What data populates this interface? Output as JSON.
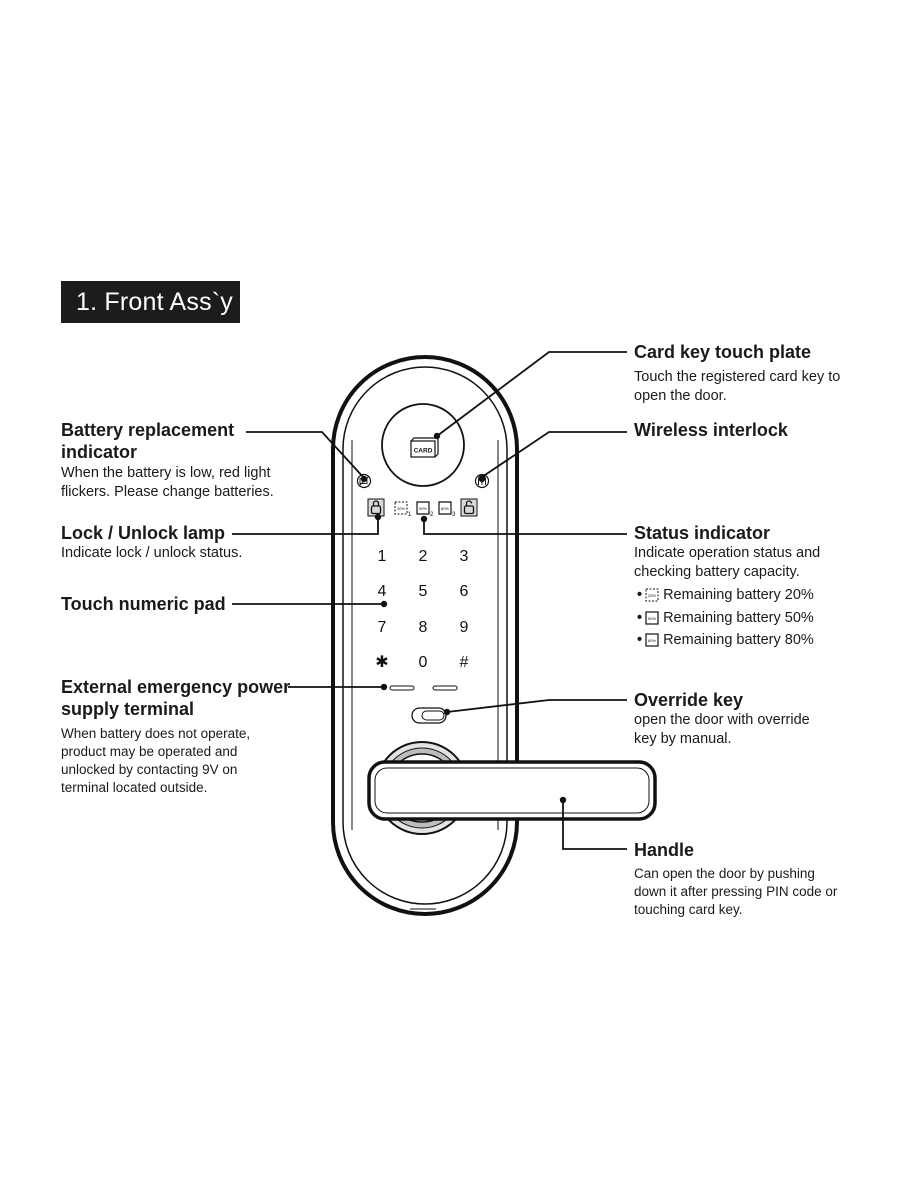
{
  "section_title": "1. Front Ass`y",
  "callouts": {
    "card_key": {
      "title": "Card key touch plate",
      "desc": [
        "Touch the registered card key to",
        "open the door."
      ]
    },
    "battery_replacement": {
      "title": [
        "Battery replacement",
        "indicator"
      ],
      "desc": [
        "When the battery is low, red light",
        "flickers. Please change batteries."
      ]
    },
    "wireless_interlock": {
      "title": "Wireless interlock"
    },
    "lock_unlock": {
      "title": "Lock / Unlock lamp",
      "desc": "Indicate lock / unlock status."
    },
    "status_indicator": {
      "title": "Status indicator",
      "desc": [
        "Indicate operation status and",
        "checking battery capacity."
      ],
      "battery_levels": [
        {
          "icon_text": "20%",
          "label": "Remaining battery 20%"
        },
        {
          "icon_text": "50%",
          "label": "Remaining battery 50%"
        },
        {
          "icon_text": "80%",
          "label": "Remaining battery 80%"
        }
      ]
    },
    "numeric_pad": {
      "title": "Touch numeric pad"
    },
    "emergency_power": {
      "title": [
        "External emergency power",
        "supply terminal"
      ],
      "desc": [
        "When battery does not operate,",
        "product may be operated and",
        "unlocked by contacting 9V on",
        "terminal located outside."
      ]
    },
    "override_key": {
      "title": "Override key",
      "desc": [
        "open the door with override",
        "key by manual."
      ]
    },
    "handle": {
      "title": "Handle",
      "desc": [
        "Can open the door by pushing",
        "down it after pressing PIN code or",
        "touching card key."
      ]
    }
  },
  "device": {
    "card_label": "CARD",
    "keypad": [
      "1",
      "2",
      "3",
      "4",
      "5",
      "6",
      "7",
      "8",
      "9",
      "✱",
      "0",
      "#"
    ],
    "status_marks": [
      "1",
      "2",
      "3"
    ]
  }
}
